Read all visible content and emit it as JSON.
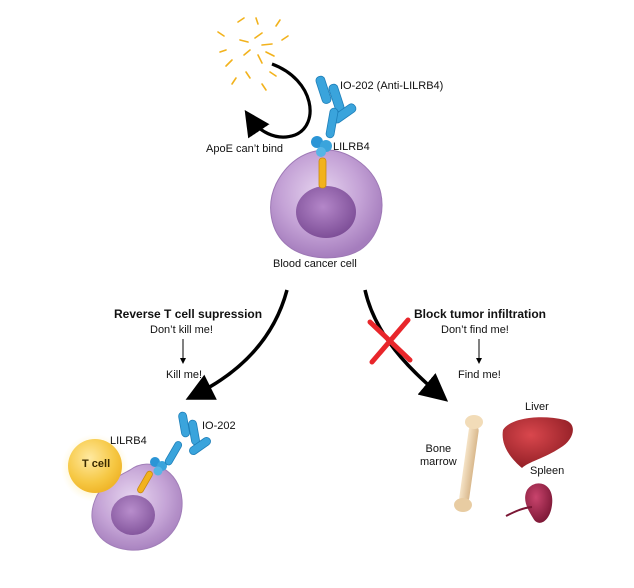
{
  "top": {
    "antibody_label": "IO-202 (Anti-LILRB4)",
    "receptor_label": "LILRB4",
    "apoe_label": "ApoE can’t bind",
    "cell_label": "Blood cancer cell"
  },
  "left_branch": {
    "title": "Reverse T cell supression",
    "before": "Don’t kill me!",
    "after": "Kill me!",
    "receptor_label": "LILRB4",
    "antibody_label": "IO-202",
    "tcell_label": "T cell"
  },
  "right_branch": {
    "title": "Block tumor infiltration",
    "before": "Don’t find me!",
    "after": "Find me!",
    "organs": {
      "bone_marrow": "Bone\nmarrow",
      "liver": "Liver",
      "spleen": "Spleen"
    }
  },
  "colors": {
    "cell_purple": "#b38fc9",
    "nucleus_purple": "#8e5fa8",
    "antibody_blue": "#3aa4dc",
    "receptor_yellow": "#f2b21c",
    "tcell_yellow": "#f5c842",
    "block_red": "#e8262b",
    "liver_red": "#b3262e",
    "spleen_red": "#9b1f42",
    "bone_tan": "#ecd3b0"
  }
}
